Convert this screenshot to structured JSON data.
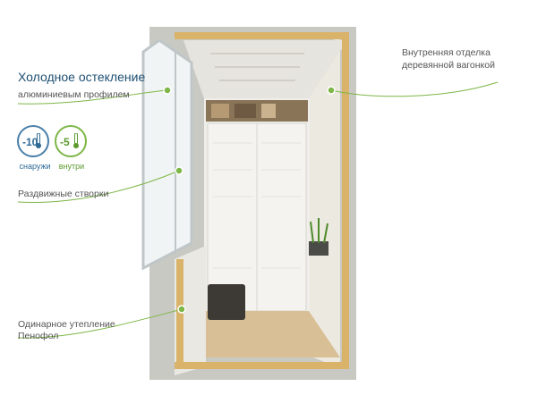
{
  "labels": {
    "glazing_title": "Холодное остекление",
    "glazing_sub": "алюминиевым профилем",
    "sliding": "Раздвижные створки",
    "insulation_line1": "Одинарное утепление",
    "insulation_line2": "Пенофол",
    "inner_line1": "Внутренняя отделка",
    "inner_line2": "деревянной вагонкой"
  },
  "badges": {
    "outside": {
      "value": "-10",
      "caption": "снаружи",
      "color": "#2d6a96"
    },
    "inside": {
      "value": "-5",
      "caption": "внутри",
      "color": "#5a9a2c"
    }
  },
  "colors": {
    "leader_line": "#7db646",
    "wood": "#d9b36a",
    "concrete": "#c9c9c3",
    "floor": "#d8bf95"
  },
  "icons": [
    "thermometer-icon",
    "thermometer-icon",
    "plant-icon",
    "basket-icon",
    "clothes-dryer-icon"
  ]
}
